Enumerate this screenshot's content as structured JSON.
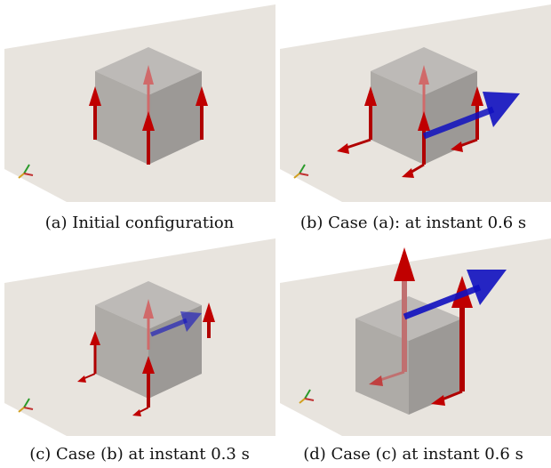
{
  "figure": {
    "panels": [
      {
        "label": "(a)",
        "caption": "Initial configuration",
        "caption_full": "(a) Initial configuration"
      },
      {
        "label": "(b)",
        "caption": "Case (a): at instant 0.6 s",
        "caption_full": "(b) Case (a): at instant 0.6 s"
      },
      {
        "label": "(c)",
        "caption": "Case (b) at instant 0.3 s",
        "caption_full": "(c) Case (b) at instant 0.3 s"
      },
      {
        "label": "(d)",
        "caption": "Case (c) at instant 0.6 s",
        "caption_full": "(d) Case (c) at instant 0.6 s"
      }
    ],
    "colors": {
      "background": "#e8e4de",
      "cube": "#9c9c9c",
      "force_arrow": "#c00000",
      "velocity_arrow": "#1010c0"
    },
    "icons": [
      "axes-triad-icon"
    ]
  }
}
